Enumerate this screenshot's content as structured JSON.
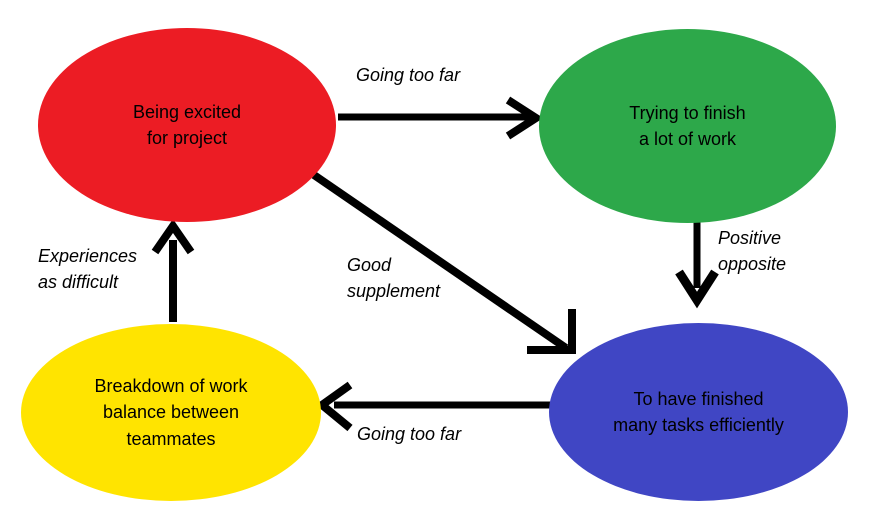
{
  "diagram": {
    "type": "cycle-diagram",
    "background": "#ffffff",
    "nodes": [
      {
        "id": "excited",
        "text": "Being excited\nfor project",
        "color": "#EC1C24",
        "shape": "ellipse"
      },
      {
        "id": "finish",
        "text": "Trying to finish\na lot of work",
        "color": "#2DA84A",
        "shape": "ellipse"
      },
      {
        "id": "efficient",
        "text": "To have finished\nmany tasks efficiently",
        "color": "#4046C4",
        "shape": "ellipse"
      },
      {
        "id": "breakdown",
        "text": "Breakdown of work\nbalance between\nteammates",
        "color": "#FFE400",
        "shape": "ellipse"
      }
    ],
    "edges": [
      {
        "id": "excited-to-finish",
        "label": "Going too far",
        "from": "excited",
        "to": "finish",
        "color": "#000000"
      },
      {
        "id": "finish-to-efficient",
        "label": "Positive\nopposite",
        "from": "finish",
        "to": "efficient",
        "color": "#000000"
      },
      {
        "id": "excited-to-efficient",
        "label": "Good\nsupplement",
        "from": "excited",
        "to": "efficient",
        "color": "#000000"
      },
      {
        "id": "efficient-to-breakdown",
        "label": "Going too far",
        "from": "efficient",
        "to": "breakdown",
        "color": "#000000"
      },
      {
        "id": "breakdown-to-excited",
        "label": "Experiences\nas difficult",
        "from": "breakdown",
        "to": "excited",
        "color": "#000000"
      }
    ]
  }
}
